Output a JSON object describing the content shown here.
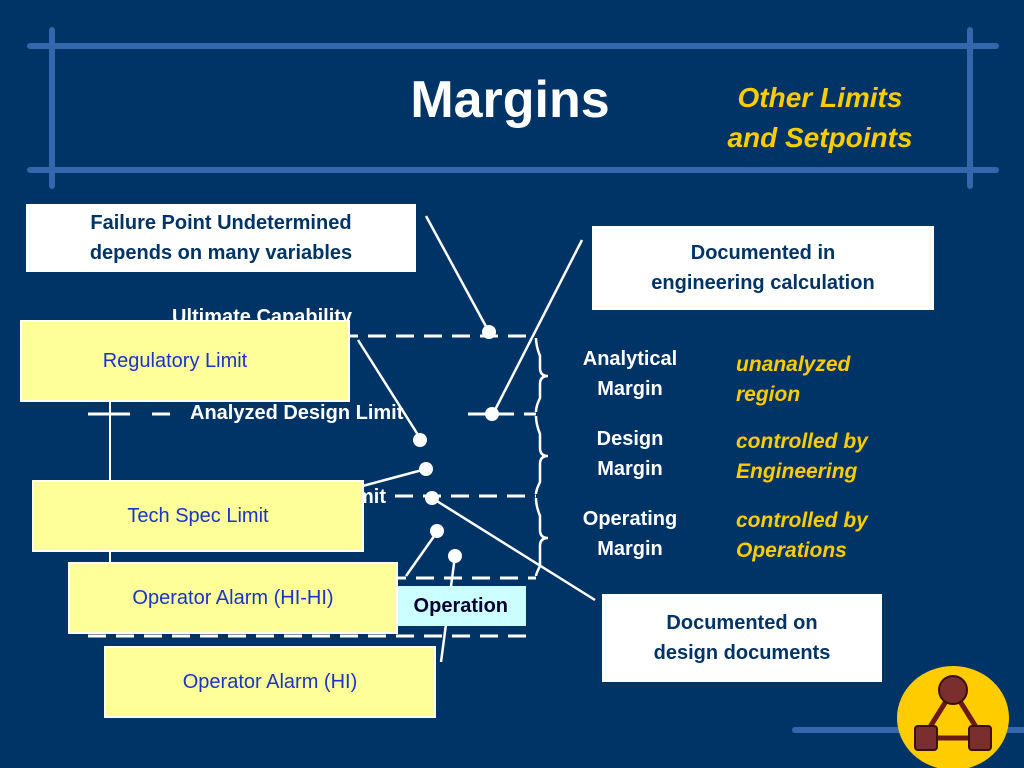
{
  "title": "Margins",
  "subtitle": [
    "Other Limits",
    "and Setpoints"
  ],
  "callouts": {
    "failure_point": [
      "Failure Point Undetermined",
      "depends on many variables"
    ],
    "documented_calc": [
      "Documented in",
      "engineering calculation"
    ],
    "documented_design": [
      "Documented on",
      "design documents"
    ]
  },
  "levels": {
    "ultimate_capability": "Ultimate Capability",
    "analyzed_design_limit": "Analyzed Design Limit",
    "partial_limit": "mit",
    "normal_operation": "Operation"
  },
  "limit_boxes": {
    "regulatory": "Regulatory Limit",
    "tech_spec": "Tech Spec Limit",
    "alarm_hihi": "Operator Alarm (HI-HI)",
    "alarm_hi": "Operator Alarm (HI)"
  },
  "margins": [
    {
      "name": [
        "Analytical",
        "Margin"
      ],
      "note": [
        "unanalyzed",
        "region"
      ]
    },
    {
      "name": [
        "Design",
        "Margin"
      ],
      "note": [
        "controlled by",
        "Engineering"
      ]
    },
    {
      "name": [
        "Operating",
        "Margin"
      ],
      "note": [
        "controlled by",
        "Operations"
      ]
    }
  ],
  "colors": {
    "background": "#003366",
    "accent_yellow": "#ffcc00",
    "limit_box": "#ffff99",
    "limit_text": "#1a33cc",
    "normal_operation": "#ccffff"
  },
  "logo": "triangle-network-logo"
}
